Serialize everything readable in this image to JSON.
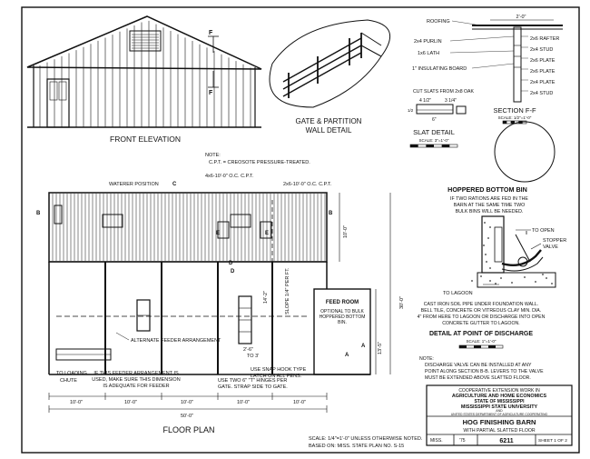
{
  "front_elevation": {
    "title": "FRONT ELEVATION",
    "section_mark": "F"
  },
  "gate_detail": {
    "title_line1": "GATE & PARTITION",
    "title_line2": "WALL DETAIL"
  },
  "section_ff": {
    "labels": [
      "ROOFING",
      "2x4 PURLIN",
      "1x6 LATH",
      "1\" INSULATING BOARD"
    ],
    "right_labels": [
      "2x6 RAFTER",
      "2x4 STUD",
      "2x6 PLATE",
      "2x6 PLATE",
      "2x4 PLATE",
      "2x4 STUD"
    ],
    "dim_top": "2'-0\"",
    "title": "SECTION F-F",
    "scale": "SCALE: 1/2\"=1'-0\""
  },
  "slat_detail": {
    "note": "CUT SLATS FROM 2x8 OAK",
    "dim_a": "4 1/2\"",
    "dim_b": "3 1/4\"",
    "dim_c": "6\"",
    "dim_side": "1/2",
    "title": "SLAT DETAIL",
    "scale": "SCALE: 3\"=1'-0\""
  },
  "bin": {
    "title": "HOPPERED BOTTOM BIN",
    "note_lines": [
      "IF TWO RATIONS ARE FED IN THE",
      "BARN AT THE SAME TIME TWO",
      "BULK BINS WILL BE NEEDED."
    ]
  },
  "discharge": {
    "to_open": "TO OPEN",
    "stopper_valve_line1": "STOPPER",
    "stopper_valve_line2": "VALVE",
    "to_lagoon": "TO LAGOON",
    "note_lines": [
      "CAST IRON SOIL PIPE UNDER FOUNDATION WALL.",
      "BELL TILE, CONCRETE OR VITREOUS CLAY MIN. DIA.",
      "4\" FROM HERE TO LAGOON OR DISCHARGE INTO OPEN",
      "CONCRETE GUTTER TO LAGOON."
    ],
    "title": "DETAIL AT POINT OF DISCHARGE",
    "scale": "SCALE: 1\"=1'-0\""
  },
  "general_note": {
    "label": "NOTE:",
    "lines": [
      "DISCHARGE VALVE CAN BE INSTALLED AT ANY",
      "POINT ALONG SECTION B-B. LEVERS TO THE VALVE",
      "MUST BE EXTENDED ABOVE SLATTED FLOOR."
    ]
  },
  "floor_plan": {
    "note_label": "NOTE:",
    "note": "C.P.T. = CREOSOTE PRESSURE-TREATED.",
    "beam1": "4x6-10'-0\" O.C. C.P.T.",
    "beam2": "2x6-10'-0\" O.C. C.P.T.",
    "waterer": "WATERER POSITION",
    "mark_b": "B",
    "mark_c": "C",
    "mark_d": "D",
    "mark_e": "E",
    "mark_a": "A",
    "slope": "SLOPE 1/4\" PER FT.",
    "dim_right_top": "10'-0\"",
    "dim_right_all": "30'-0\"",
    "dim_mid": "14'-2\"",
    "dim_right_low": "13'-5\"",
    "feed_room": "FEED ROOM",
    "feed_room_note": [
      "OPTIONAL TO BULK",
      "HOPPERED BOTTOM",
      "BIN."
    ],
    "alt_feeder": "ALTERNATE FEEDER ARRANGEMENT",
    "gap_dim": [
      "2'-6\"",
      "TO 3'"
    ],
    "loading_chute": [
      "TO LOADING",
      "CHUTE"
    ],
    "feeder_note": [
      "IF THIS FEEDER ARRANGEMENT IS",
      "USED, MAKE SURE THIS DIMENSION",
      "IS ADEQUATE FOR FEEDER"
    ],
    "hinge_note": [
      "USE TWO 6\" \"T\" HINGES PER",
      "GATE. STRAP SIDE TO GATE."
    ],
    "snap_note": [
      "USE SNAP HOOK TYPE",
      "LATCH ON ALL PENS."
    ],
    "bay_dims": [
      "10'-0\"",
      "10'-0\"",
      "10'-0\"",
      "10'-0\"",
      "10'-0\""
    ],
    "overall_dim": "50'-0\"",
    "title": "FLOOR PLAN"
  },
  "footer": {
    "scale": "SCALE: 1/4\"=1'-0\" UNLESS OTHERWISE NOTED.",
    "based_on": "BASED ON: MISS. STATE PLAN NO. S-15"
  },
  "title_block": {
    "line1": "COOPERATIVE EXTENSION WORK IN",
    "line2": "AGRICULTURE AND HOME ECONOMICS",
    "line3": "STATE OF MISSISSIPPI",
    "line4": "MISSISSIPPI STATE UNIVERSITY",
    "line5": "AND",
    "line6": "UNITED STATES DEPARTMENT OF AGRICULTURE COOPERATING",
    "plan_title": "HOG FINISHING BARN",
    "plan_sub": "WITH PARTIAL SLATTED FLOOR",
    "miss": "MISS.",
    "year": "'75",
    "plan_no": "6211",
    "sheet": "SHEET 1 OF 2"
  }
}
